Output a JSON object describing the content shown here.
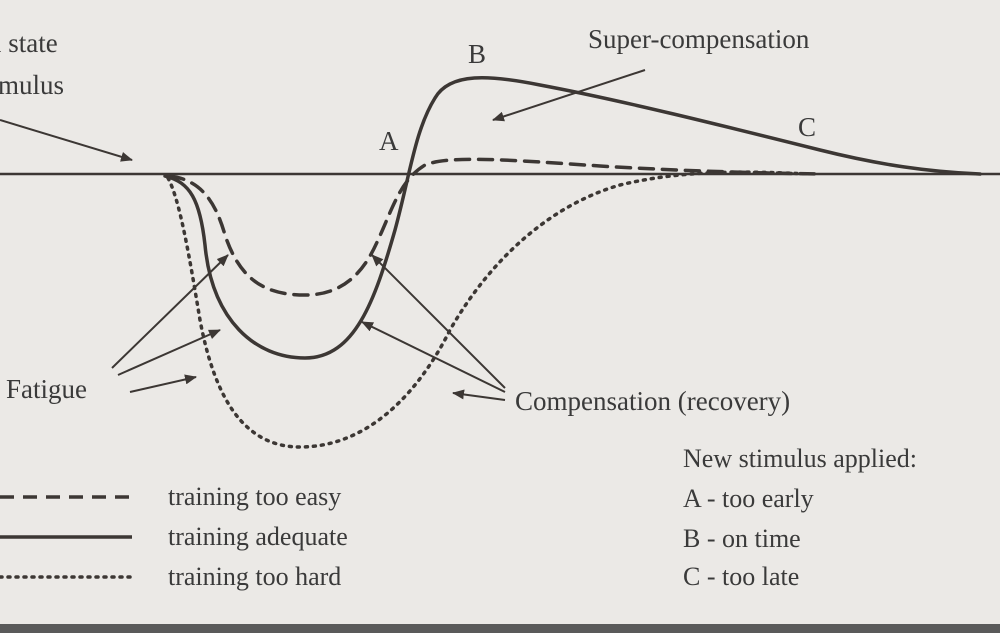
{
  "labels": {
    "baseline_line1": "l state",
    "baseline_line2": "mulus",
    "super_compensation": "Super-compensation",
    "fatigue": "Fatigue",
    "compensation": "Compensation (recovery)",
    "point_a": "A",
    "point_b": "B",
    "point_c": "C"
  },
  "legend": [
    {
      "label": "training too easy",
      "style": "dashed"
    },
    {
      "label": "training adequate",
      "style": "solid"
    },
    {
      "label": "training too hard",
      "style": "dotted"
    }
  ],
  "stimulus": {
    "title": "New stimulus applied:",
    "items": [
      "A - too early",
      "B - on time",
      "C - too late"
    ]
  },
  "colors": {
    "background": "#ebe9e6",
    "ink": "#3c3734",
    "bottom_border": "#5a5a5a"
  }
}
